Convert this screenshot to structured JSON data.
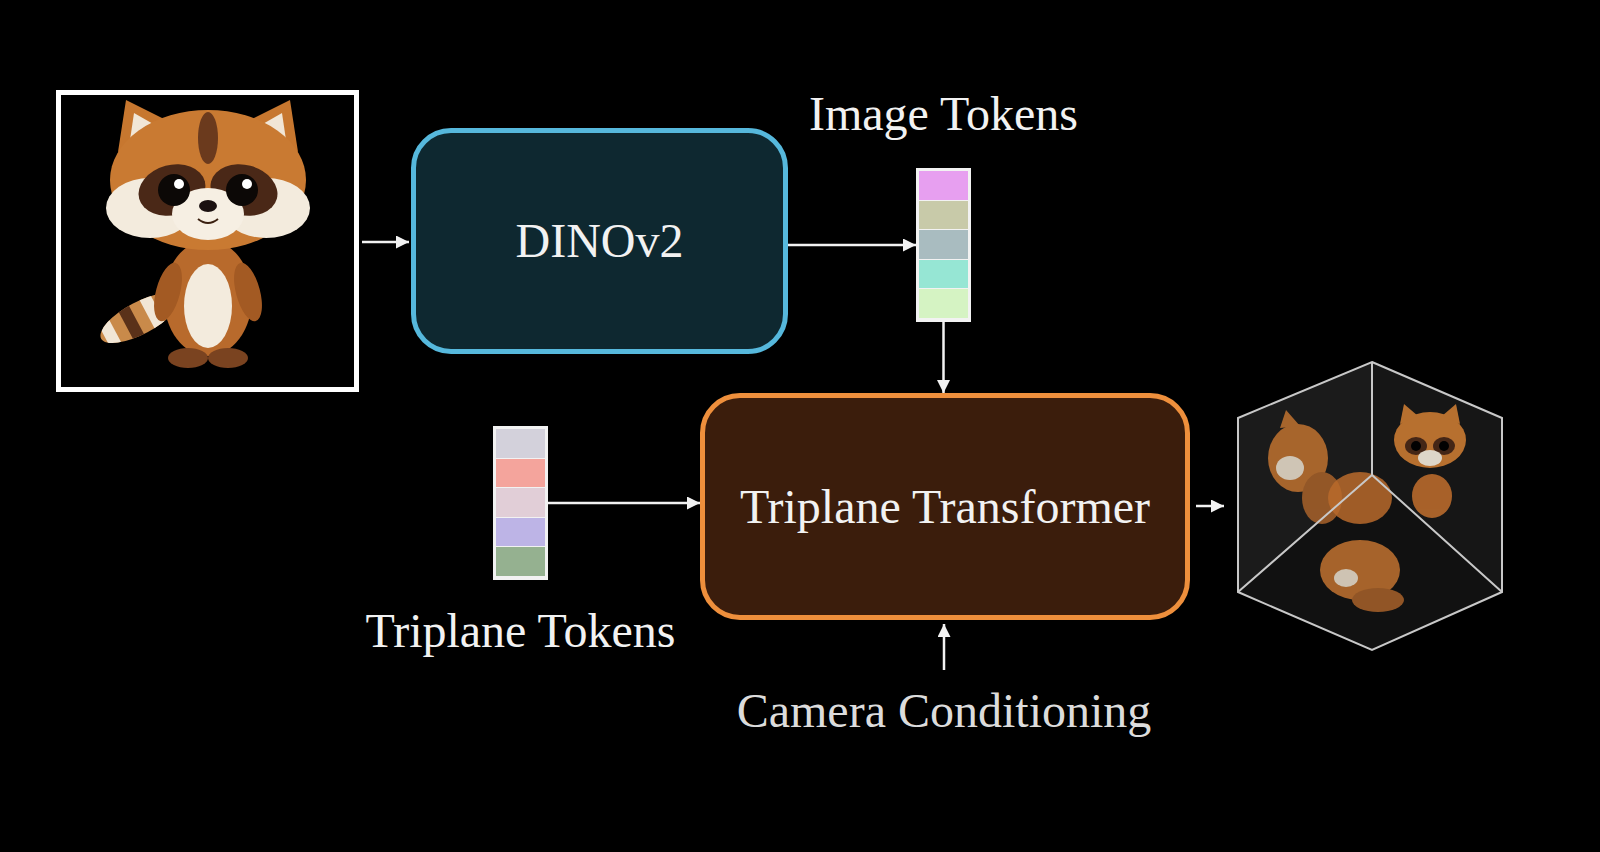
{
  "diagram": {
    "nodes": [
      {
        "text": [
          "DINOv2"
        ]
      },
      {
        "text": [
          "Image Tokens"
        ]
      },
      {
        "text": [
          "Triplane Tokens"
        ]
      },
      {
        "text": [
          "Triplane Transformer"
        ]
      }
    ],
    "edges": [
      {
        "from": 0,
        "to": 1,
        "arrow": "to"
      },
      {
        "from": 1,
        "to": 3,
        "arrow": "to"
      },
      {
        "from": 2,
        "to": 3,
        "arrow": "to"
      }
    ],
    "labels": [
      "Camera Conditioning"
    ]
  }
}
